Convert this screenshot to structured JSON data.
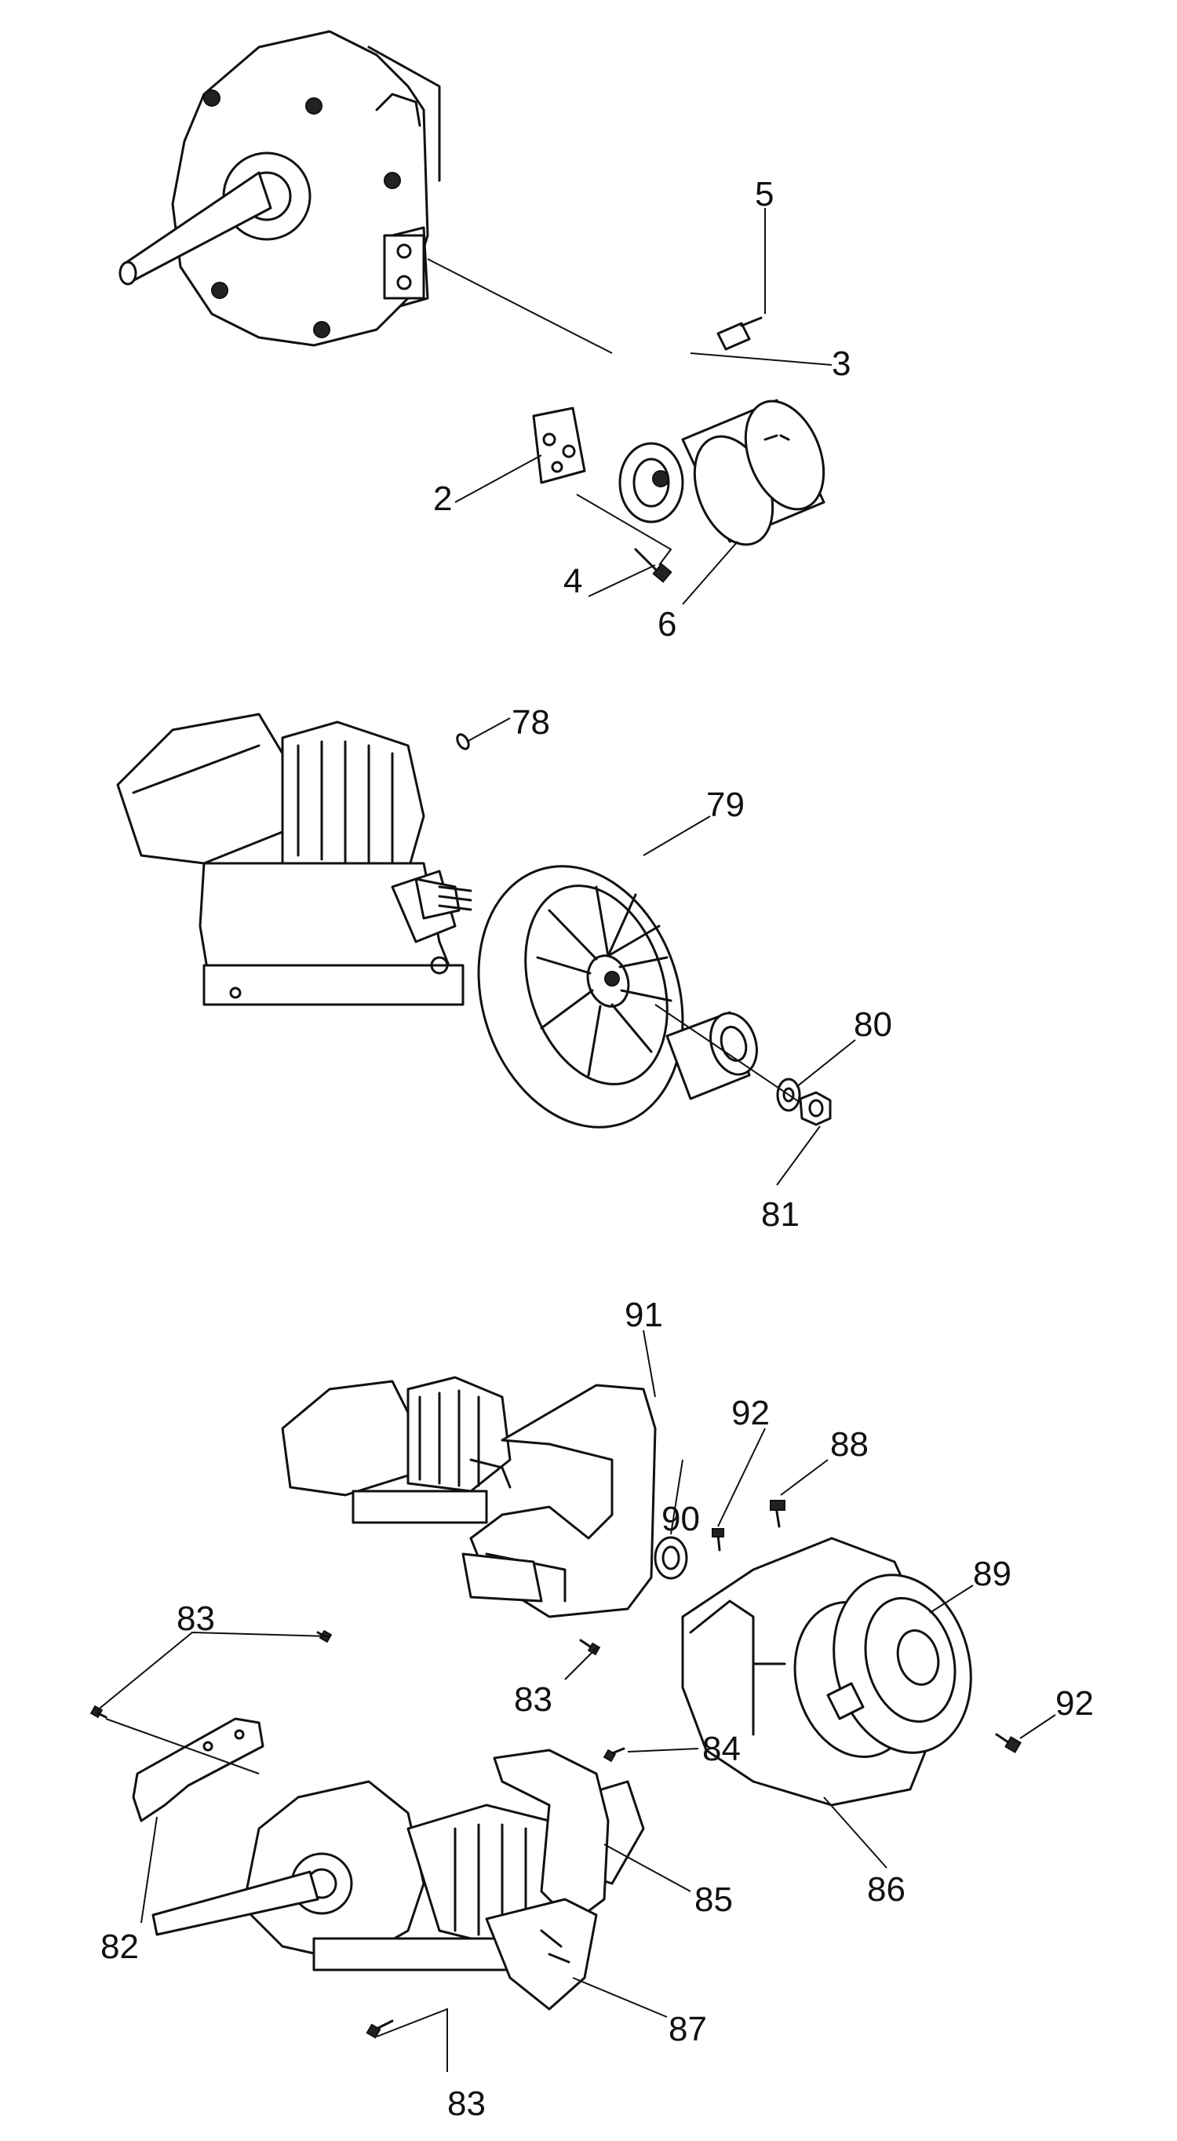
{
  "callouts": [
    {
      "id": "c2",
      "text": "2"
    },
    {
      "id": "c3",
      "text": "3"
    },
    {
      "id": "c4",
      "text": "4"
    },
    {
      "id": "c5",
      "text": "5"
    },
    {
      "id": "c6",
      "text": "6"
    },
    {
      "id": "c78",
      "text": "78"
    },
    {
      "id": "c79",
      "text": "79"
    },
    {
      "id": "c80",
      "text": "80"
    },
    {
      "id": "c81",
      "text": "81"
    },
    {
      "id": "c82",
      "text": "82"
    },
    {
      "id": "c83a",
      "text": "83"
    },
    {
      "id": "c83b",
      "text": "83"
    },
    {
      "id": "c83c",
      "text": "83"
    },
    {
      "id": "c84",
      "text": "84"
    },
    {
      "id": "c85",
      "text": "85"
    },
    {
      "id": "c86",
      "text": "86"
    },
    {
      "id": "c87",
      "text": "87"
    },
    {
      "id": "c88",
      "text": "88"
    },
    {
      "id": "c89",
      "text": "89"
    },
    {
      "id": "c90",
      "text": "90"
    },
    {
      "id": "c91",
      "text": "91"
    },
    {
      "id": "c92a",
      "text": "92"
    },
    {
      "id": "c92b",
      "text": "92"
    }
  ]
}
